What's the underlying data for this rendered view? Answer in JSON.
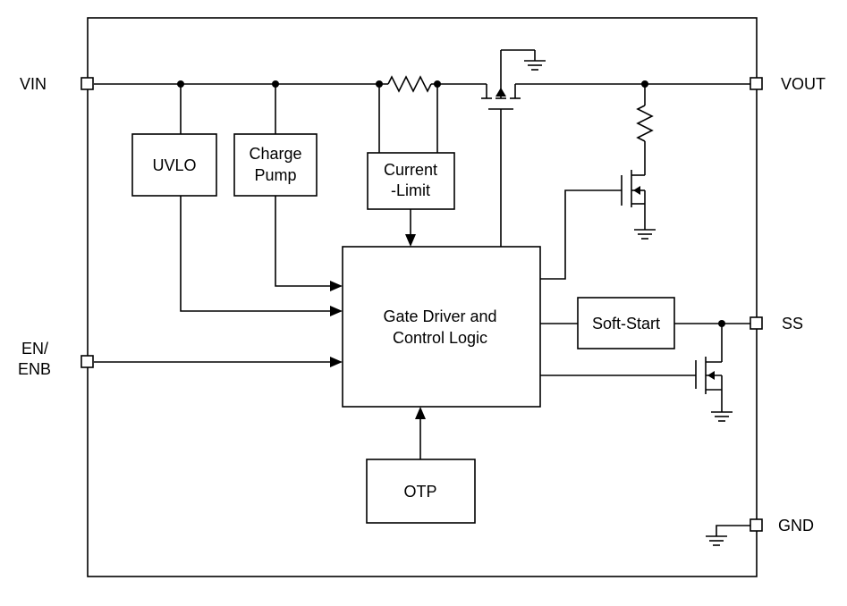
{
  "pins": {
    "vin": "VIN",
    "vout": "VOUT",
    "en_line1": "EN/",
    "en_line2": "ENB",
    "ss": "SS",
    "gnd": "GND"
  },
  "blocks": {
    "uvlo": "UVLO",
    "charge_pump_line1": "Charge",
    "charge_pump_line2": "Pump",
    "current_limit_line1": "Current",
    "current_limit_line2": "-Limit",
    "gate_driver_line1": "Gate Driver and",
    "gate_driver_line2": "Control Logic",
    "soft_start": "Soft-Start",
    "otp": "OTP"
  }
}
